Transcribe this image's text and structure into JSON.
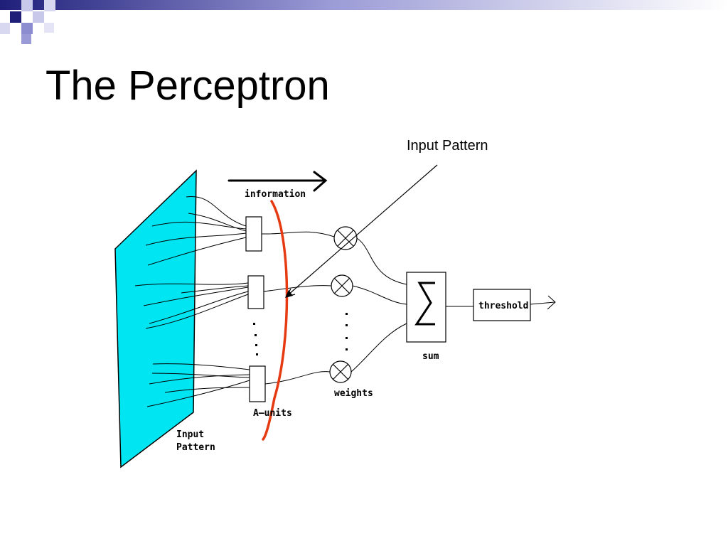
{
  "slide": {
    "title": "The Perceptron",
    "callout_label": "Input Pattern"
  },
  "diagram": {
    "labels": {
      "information": "information",
      "weights": "weights",
      "sum": "sum",
      "threshold": "threshold",
      "a_units": "A—units",
      "input_pattern_line1": "Input",
      "input_pattern_line2": "Pattern"
    }
  },
  "colors": {
    "dark_blue": "#1f1f7a",
    "light_blue": "#8c8cd0",
    "retina_cyan": "#00e5f2",
    "red_curve": "#e63a12",
    "line": "#000000"
  }
}
